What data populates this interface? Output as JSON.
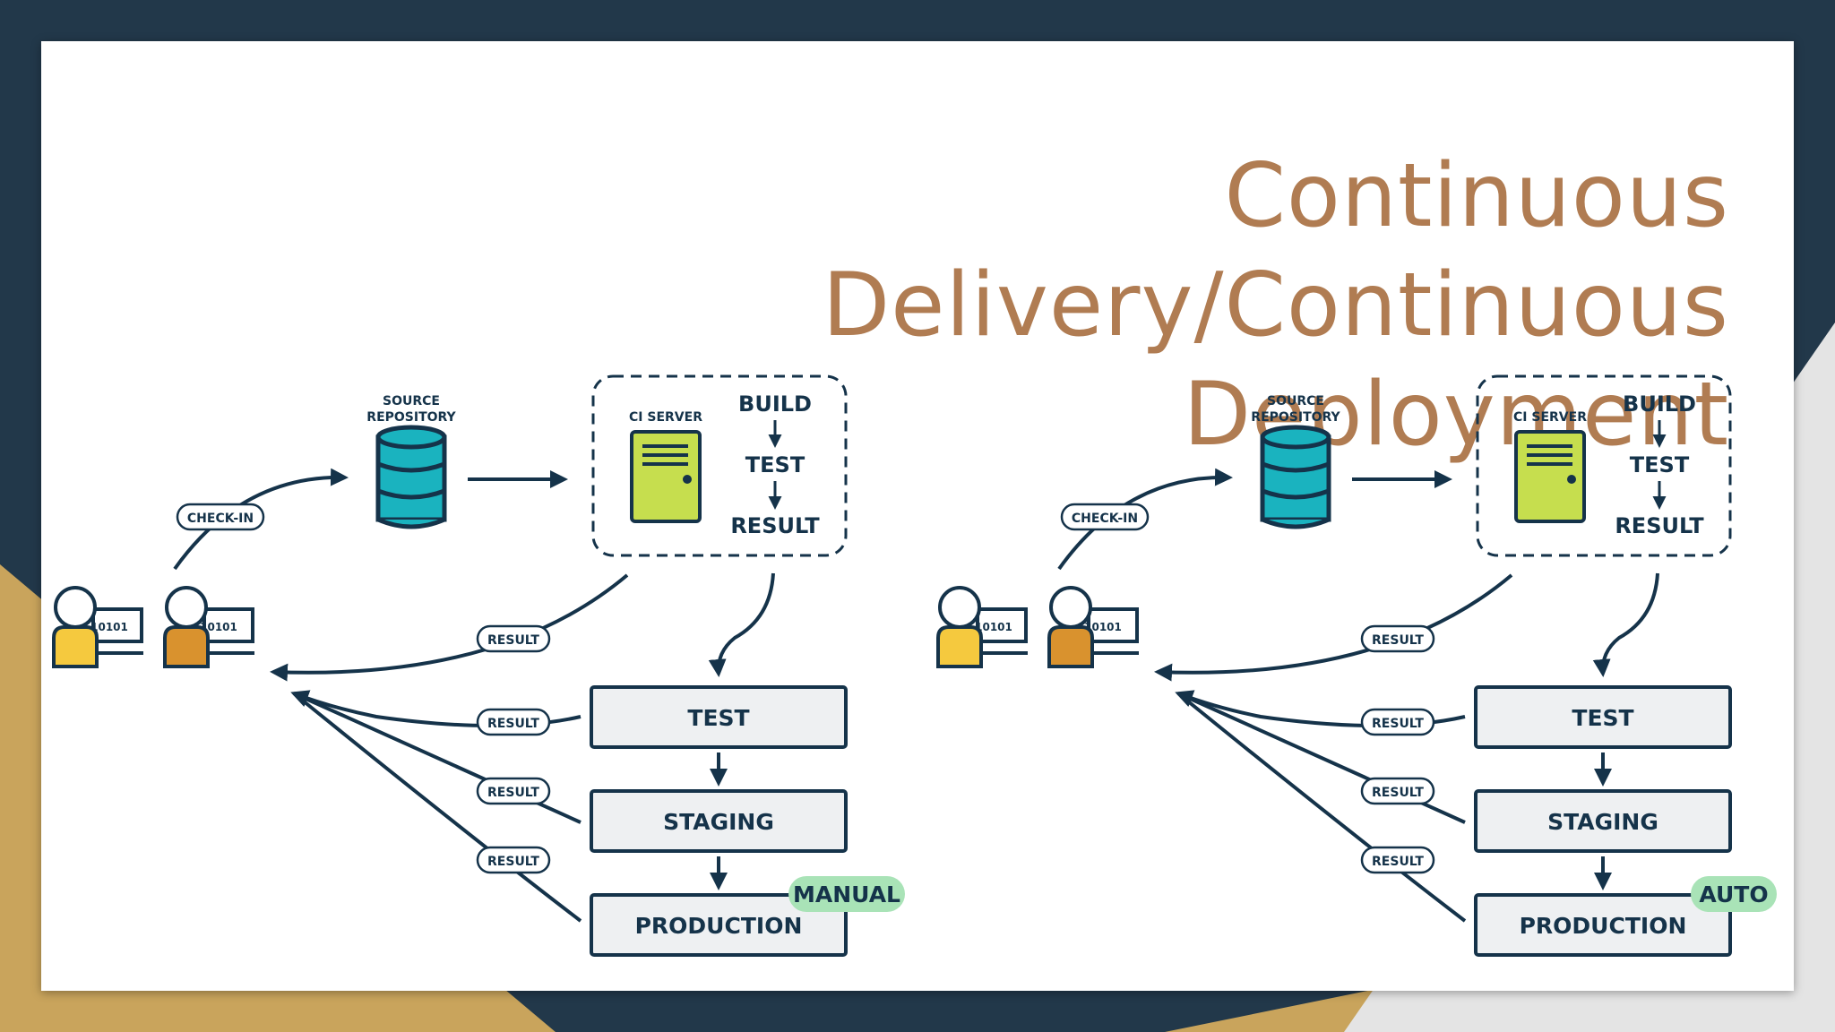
{
  "slide": {
    "title_line1": "Continuous Delivery/Continuous",
    "title_line2": "Deployment"
  },
  "colors": {
    "background_dark": "#22384a",
    "background_gold": "#c9a45c",
    "title": "#b07c52",
    "navy": "#15334a",
    "database": "#1ab3bf",
    "server": "#c6de4e",
    "stage_box": "#eef0f2",
    "badge": "#a9e3b7",
    "developer_yellow": "#f5c93e",
    "developer_orange": "#d9922e"
  },
  "diagrams": [
    {
      "source_repo_line1": "SOURCE",
      "source_repo_line2": "REPOSITORY",
      "ci_server": "CI SERVER",
      "build": "BUILD",
      "test_step": "TEST",
      "result_step": "RESULT",
      "check_in": "CHECK-IN",
      "result_label": "RESULT",
      "laptop_text": "10101",
      "stage_test": "TEST",
      "stage_staging": "STAGING",
      "stage_production": "PRODUCTION",
      "badge": "MANUAL"
    },
    {
      "source_repo_line1": "SOURCE",
      "source_repo_line2": "REPOSITORY",
      "ci_server": "CI SERVER",
      "build": "BUILD",
      "test_step": "TEST",
      "result_step": "RESULT",
      "check_in": "CHECK-IN",
      "result_label": "RESULT",
      "laptop_text": "10101",
      "stage_test": "TEST",
      "stage_staging": "STAGING",
      "stage_production": "PRODUCTION",
      "badge": "AUTO"
    }
  ]
}
